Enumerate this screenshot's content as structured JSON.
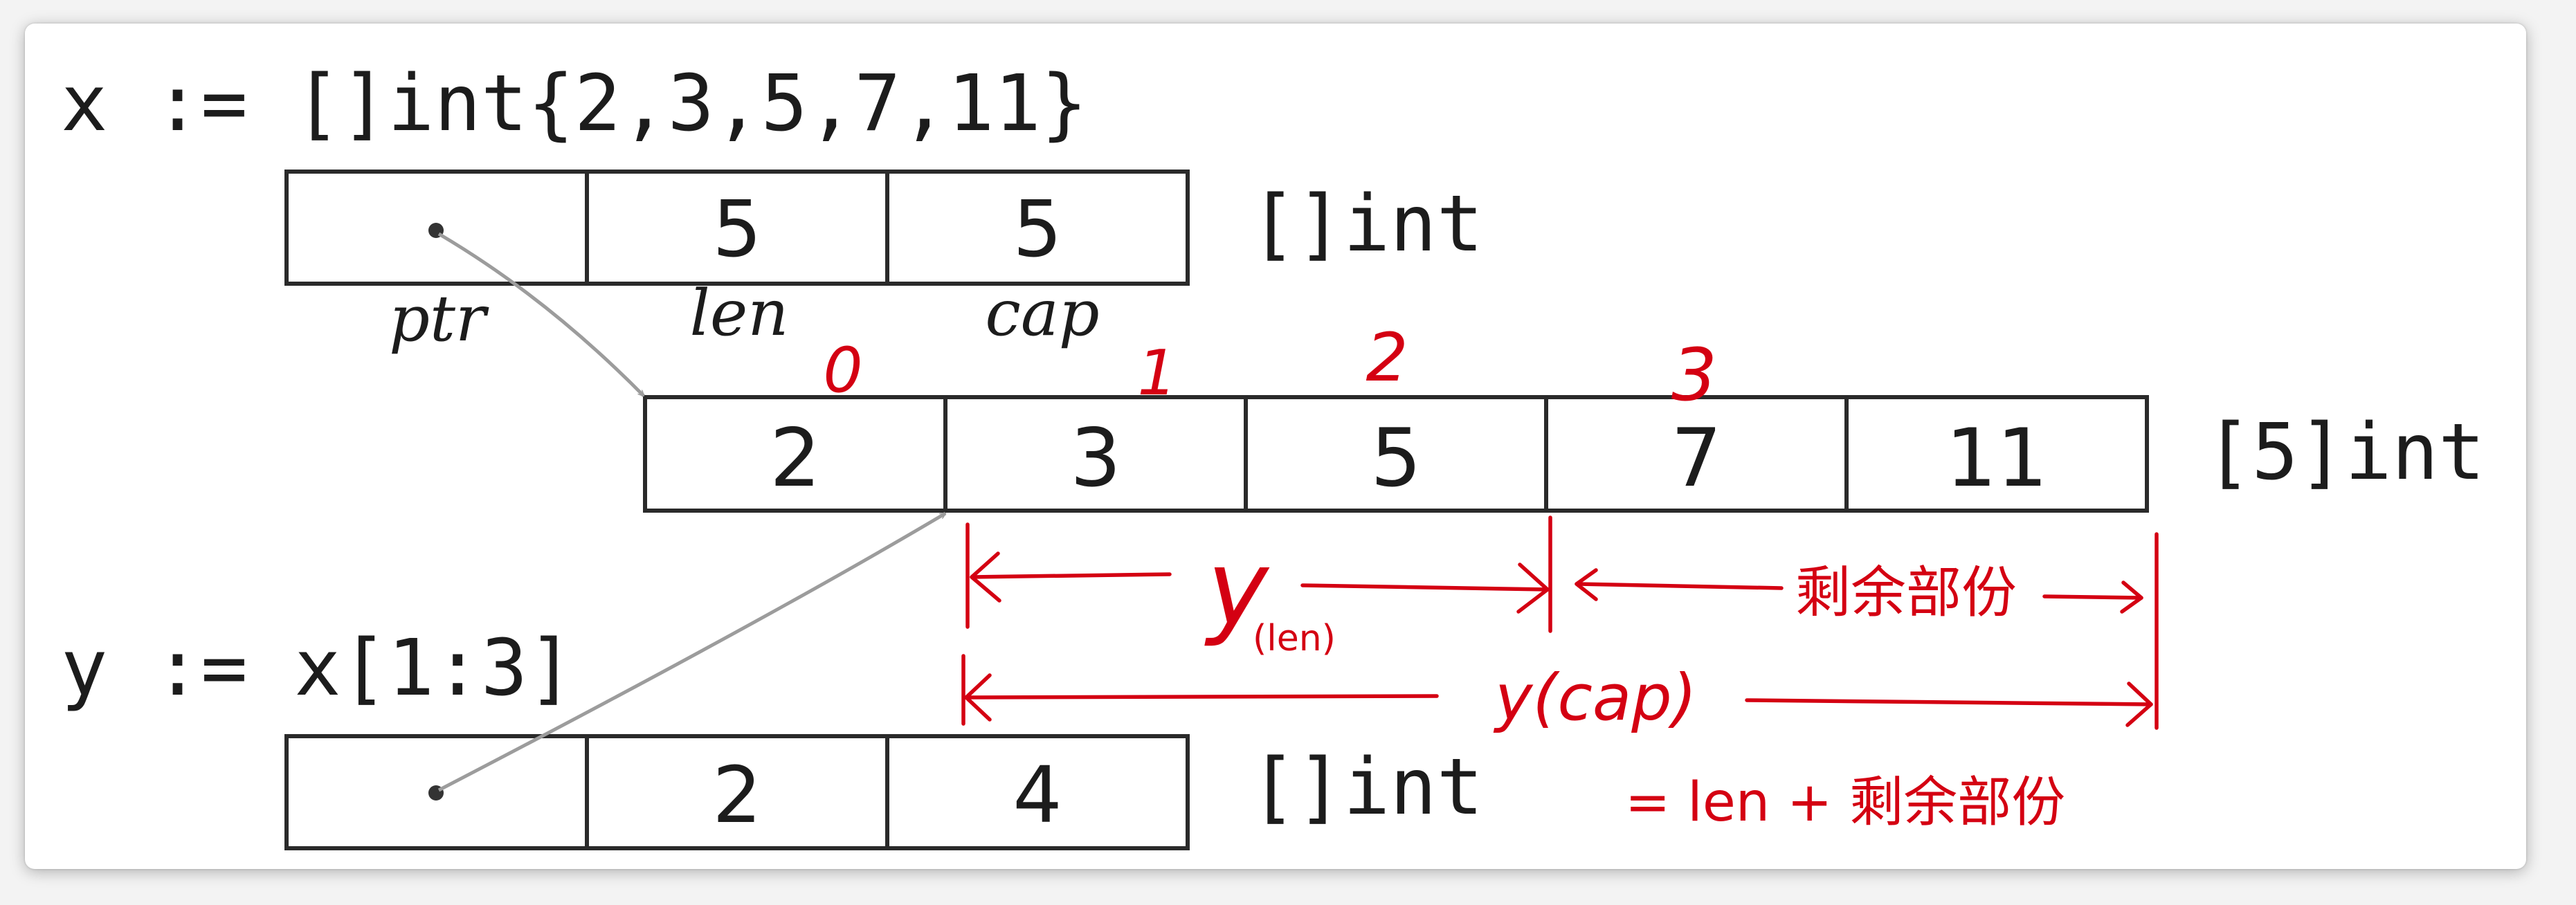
{
  "code": {
    "x_decl": "x := []int{2,3,5,7,11}",
    "y_decl": "y := x[1:3]"
  },
  "x_header": {
    "cells": [
      "",
      "5",
      "5"
    ],
    "field_labels": [
      "ptr",
      "len",
      "cap"
    ],
    "type_label": "[]int"
  },
  "array": {
    "cells": [
      "2",
      "3",
      "5",
      "7",
      "11"
    ],
    "type_label": "[5]int"
  },
  "y_header": {
    "cells": [
      "",
      "2",
      "4"
    ],
    "type_label": "[]int"
  },
  "annotations": {
    "indices": [
      "0",
      "1",
      "2",
      "3"
    ],
    "len_main": "y",
    "len_sub": "(len)",
    "remaining": "剩余部份",
    "cap_label": "y(cap)",
    "cap_formula": "= len + 剩余部份"
  },
  "colors": {
    "ink": "#1c1c1c",
    "pointer_arrow": "#9c9c9c",
    "handwriting": "#d40012",
    "card_background": "#ffffff"
  }
}
